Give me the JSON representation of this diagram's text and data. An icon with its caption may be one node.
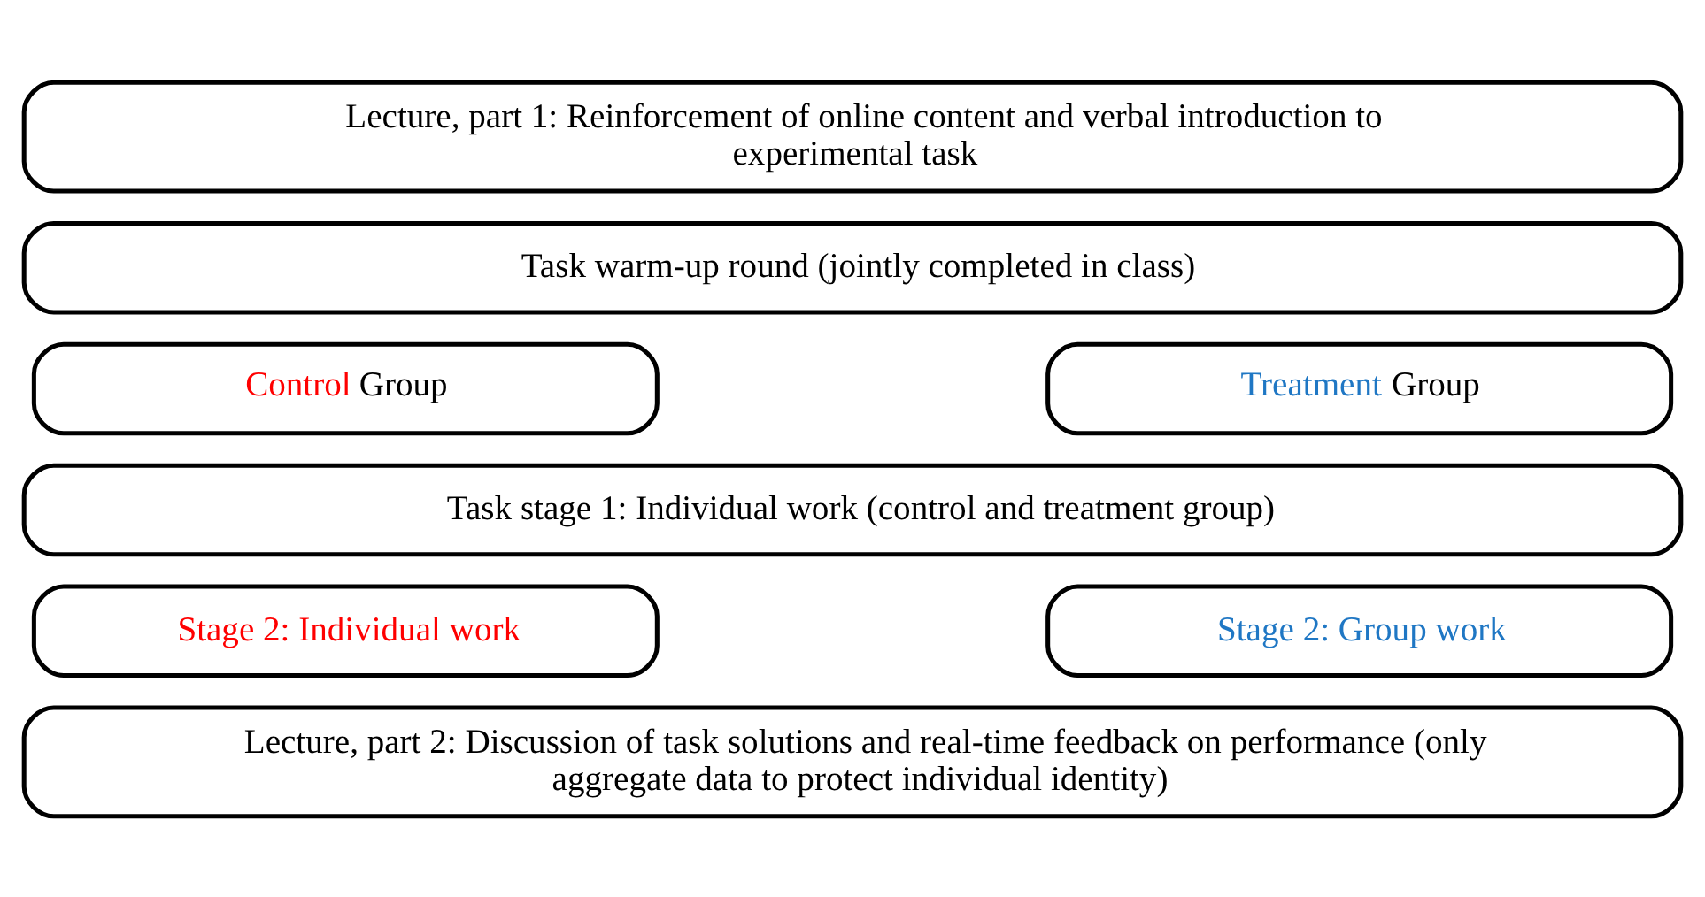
{
  "diagram": {
    "nodes": [
      {
        "text": [
          "Lecture, part 1: Reinforcement of online content and verbal introduction to experimental task"
        ]
      },
      {
        "text": [
          "Task warm-up round (jointly completed in class)"
        ]
      },
      {
        "text": [
          "Control Group"
        ]
      },
      {
        "text": [
          "Treatment Group"
        ]
      },
      {
        "text": [
          "Task stage 1: Individual work (control and treatment group)"
        ]
      },
      {
        "text": [
          "Stage 2: Individual work"
        ]
      },
      {
        "text": [
          "Stage 2: Group work"
        ]
      },
      {
        "text": [
          "Lecture, part 2: Discussion of task solutions and real-time feedback on performance (only aggregate data to protect individual identity)"
        ]
      }
    ],
    "edges": []
  }
}
